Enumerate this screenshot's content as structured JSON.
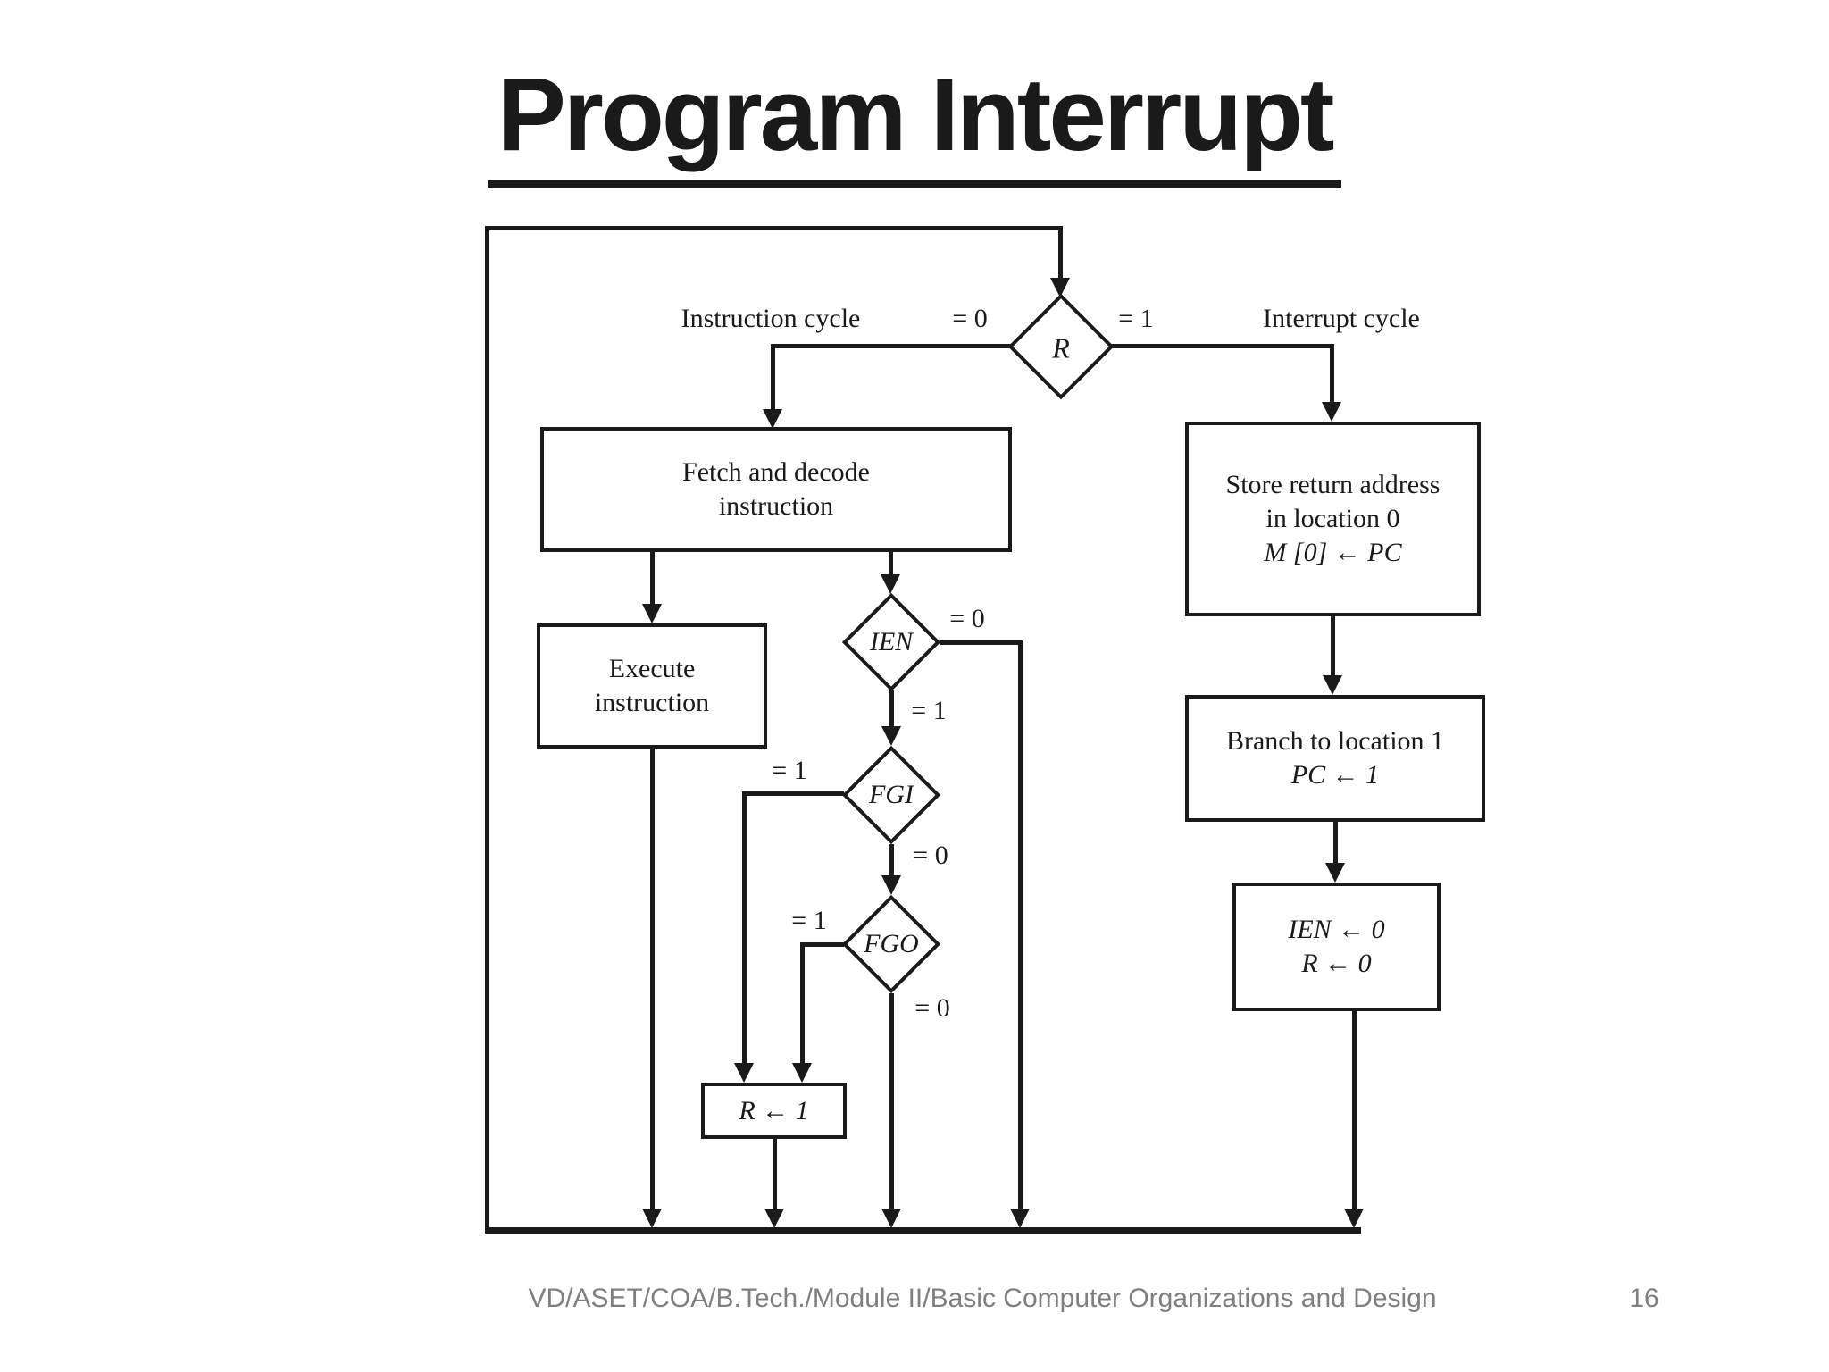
{
  "slide": {
    "title": "Program Interrupt"
  },
  "flowchart": {
    "cycle_labels": {
      "instruction_cycle": "Instruction cycle",
      "interrupt_cycle": "Interrupt cycle"
    },
    "decisions": {
      "r": "R",
      "ien": "IEN",
      "fgi": "FGI",
      "fgo": "FGO"
    },
    "branch_labels": {
      "r_eq0": "= 0",
      "r_eq1": "= 1",
      "ien_eq0": "= 0",
      "ien_eq1": "= 1",
      "fgi_eq1": "= 1",
      "fgi_eq0": "= 0",
      "fgo_eq1": "= 1",
      "fgo_eq0": "= 0"
    },
    "boxes": {
      "fetch": {
        "line1": "Fetch and decode",
        "line2": "instruction"
      },
      "execute": {
        "line1": "Execute",
        "line2": "instruction"
      },
      "store_return": {
        "line1": "Store return address",
        "line2": "in location 0",
        "line3": "M [0] ← PC"
      },
      "branch_loc1": {
        "line1": "Branch to location 1",
        "line2": "PC ← 1"
      },
      "disable": {
        "line1": "IEN ← 0",
        "line2": "R ← 0"
      },
      "set_r": {
        "line1": "R ← 1"
      }
    }
  },
  "footer": {
    "course_info": "VD/ASET/COA/B.Tech./Module II/Basic Computer Organizations and Design",
    "page_number": "16"
  },
  "colors": {
    "ink": "#1a1a1a",
    "footer_text": "#7f7f7f",
    "background": "#ffffff"
  }
}
